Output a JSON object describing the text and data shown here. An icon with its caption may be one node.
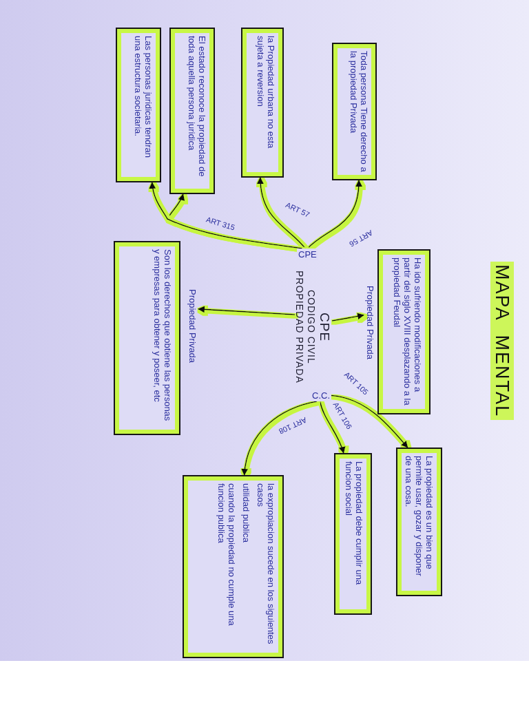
{
  "diagram": {
    "title": "MAPA MENTAL",
    "nodes": [
      {
        "text": [
          "CPE",
          "CODIGO CIVIL",
          "PROPIEDAD PRIVADA"
        ]
      },
      {
        "text": [
          "CPE"
        ]
      },
      {
        "text": [
          "Toda persona Tiene derecho a la propiedad Privada"
        ]
      },
      {
        "text": [
          "la Propiedad urbana no esta sujeta a reversion"
        ]
      },
      {
        "text": [
          "El estado reconoce la propiedad de toda aquella persona juridica"
        ]
      },
      {
        "text": [
          "Las personas juridicas tendran una estructura societaria."
        ]
      },
      {
        "text": [
          "C.C."
        ]
      },
      {
        "text": [
          "La propiedad es un bien que permite usar, gozar y disponer de una cosa."
        ]
      },
      {
        "text": [
          "La propiedad debe cumplir una funcion social"
        ]
      },
      {
        "text": [
          "la expropiacion sucede en los siguientes casos",
          "utilidad publica",
          "cuando la propiedad no cumple una funcion publica"
        ]
      },
      {
        "text": [
          "Propiedad Privada"
        ]
      },
      {
        "text": [
          "Ha ido sufriendo modificaciones a partir del siglo XVIII desplazando a la propiedad Feudal"
        ]
      },
      {
        "text": [
          "Propiedad Privada"
        ]
      },
      {
        "text": [
          "Son los derechos que obtiene las personas y empresas para obtener y poseer, etc"
        ]
      }
    ],
    "edges": [
      {
        "from": 1,
        "to": 2,
        "arrow": "to",
        "label": "ART 56"
      },
      {
        "from": 1,
        "to": 3,
        "arrow": "to",
        "label": "ART 57"
      },
      {
        "from": 1,
        "to": 4,
        "arrow": "to",
        "label": "ART 315"
      },
      {
        "from": 1,
        "to": 5,
        "arrow": "to"
      },
      {
        "from": 0,
        "to": 10,
        "arrow": "to"
      },
      {
        "from": 0,
        "to": 12,
        "arrow": "to"
      },
      {
        "from": 6,
        "to": 7,
        "arrow": "to",
        "label": "ART 105"
      },
      {
        "from": 6,
        "to": 8,
        "arrow": "to",
        "label": "ART 106"
      },
      {
        "from": 6,
        "to": 9,
        "arrow": "to",
        "label": "ART 108"
      }
    ]
  }
}
